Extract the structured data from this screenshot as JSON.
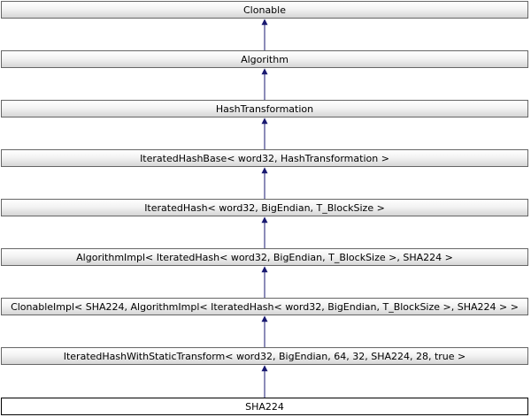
{
  "diagram": {
    "nodes": [
      {
        "id": "clonable",
        "label": "Clonable"
      },
      {
        "id": "algorithm",
        "label": "Algorithm"
      },
      {
        "id": "hash-transformation",
        "label": "HashTransformation"
      },
      {
        "id": "iterated-hash-base",
        "label": "IteratedHashBase< word32, HashTransformation >"
      },
      {
        "id": "iterated-hash",
        "label": "IteratedHash< word32, BigEndian, T_BlockSize >"
      },
      {
        "id": "algorithm-impl",
        "label": "AlgorithmImpl< IteratedHash< word32, BigEndian, T_BlockSize >, SHA224 >"
      },
      {
        "id": "clonable-impl",
        "label": "ClonableImpl< SHA224, AlgorithmImpl< IteratedHash< word32, BigEndian, T_BlockSize >, SHA224 > >"
      },
      {
        "id": "iterated-hash-with-static-transform",
        "label": "IteratedHashWithStaticTransform< word32, BigEndian, 64, 32, SHA224, 28, true >"
      },
      {
        "id": "sha224",
        "label": "SHA224",
        "current": true
      }
    ],
    "edges": [
      {
        "from": "algorithm",
        "to": "clonable"
      },
      {
        "from": "hash-transformation",
        "to": "algorithm"
      },
      {
        "from": "iterated-hash-base",
        "to": "hash-transformation"
      },
      {
        "from": "iterated-hash",
        "to": "iterated-hash-base"
      },
      {
        "from": "algorithm-impl",
        "to": "iterated-hash"
      },
      {
        "from": "clonable-impl",
        "to": "algorithm-impl"
      },
      {
        "from": "iterated-hash-with-static-transform",
        "to": "clonable-impl"
      },
      {
        "from": "sha224",
        "to": "iterated-hash-with-static-transform"
      }
    ],
    "colors": {
      "edge": "#191970",
      "node_border": "#666666",
      "current_border": "#000000"
    }
  }
}
